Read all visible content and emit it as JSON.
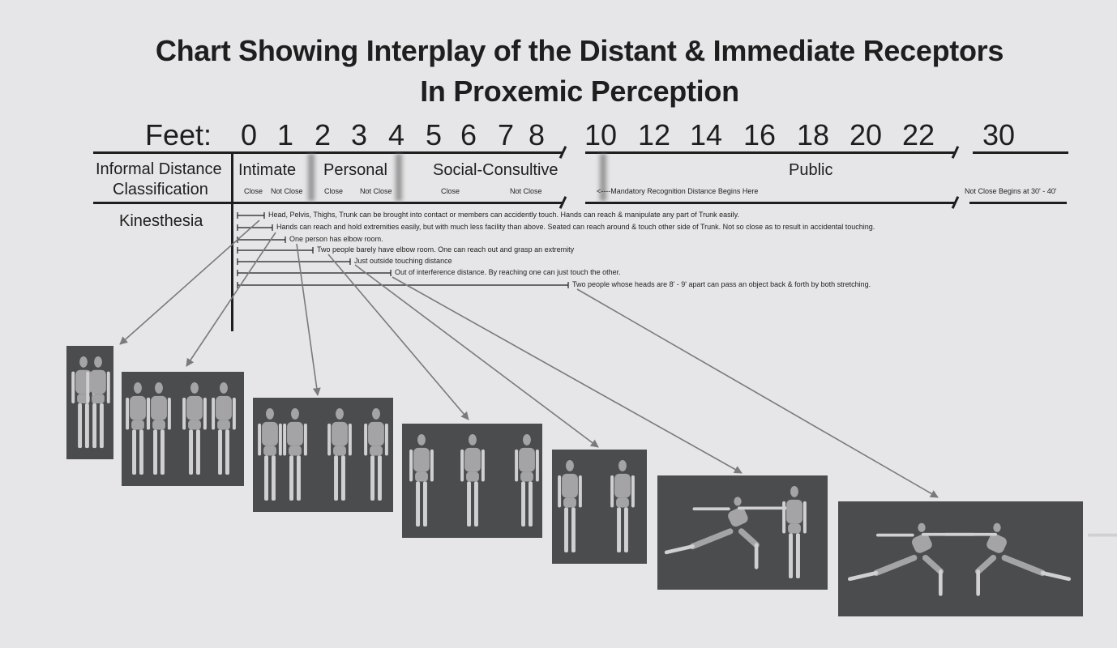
{
  "title": {
    "line1": "Chart Showing Interplay of the Distant & Immediate Receptors",
    "line2": "In Proxemic Perception"
  },
  "feet": {
    "label": "Feet:",
    "numbers": [
      "0",
      "1",
      "2",
      "3",
      "4",
      "5",
      "6",
      "7",
      "8",
      "10",
      "12",
      "14",
      "16",
      "18",
      "20",
      "22",
      "30"
    ]
  },
  "classification": {
    "row_label_1": "Informal Distance",
    "row_label_2": "Classification",
    "intimate": "Intimate",
    "personal": "Personal",
    "social": "Social-Consultive",
    "public": "Public",
    "close_1": "Close",
    "notclose_1": "Not Close",
    "close_2": "Close",
    "notclose_2": "Not Close",
    "close_3": "Close",
    "notclose_3": "Not Close",
    "mandatory": "<----Mandatory Recognition Distance Begins Here",
    "far": "Not Close Begins at 30' - 40'"
  },
  "kinesthesia": {
    "label": "Kinesthesia",
    "rows": [
      "Head, Pelvis, Thighs, Trunk can be brought into contact or members can accidently touch.  Hands can reach & manipulate any part of Trunk easily.",
      "Hands can reach and hold extremities easily, but with much less facility than above.  Seated can reach around & touch other side of Trunk.  Not so close as to result in accidental touching.",
      "One person has elbow room.",
      "Two people barely have elbow room.  One can reach out and grasp an extremity",
      "Just outside touching distance",
      "Out of interference distance.  By reaching one can just touch the other.",
      "Two people whose heads are 8' - 9' apart can pass an object back & forth by both stretching."
    ]
  },
  "colors": {
    "background": "#e6e6e8",
    "panel": "#4b4c4e",
    "figure": "#a4a4a6",
    "arrow": "#7a7a7c",
    "text": "#1e1e1e"
  }
}
